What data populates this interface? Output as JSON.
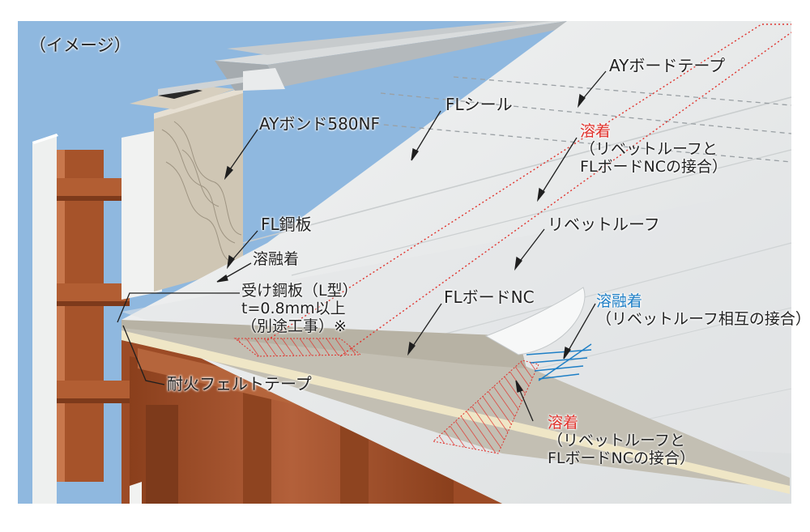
{
  "caption": "（イメージ）",
  "colors": {
    "sky": "#8fb8df",
    "steel": "#a6532a",
    "roof": "#e7e9ea",
    "board": "#c3bfb3",
    "weld_red": "#e0322c",
    "fuse_blue": "#1e7fc6"
  },
  "labels": {
    "ay_bond": "AYボンド580NF",
    "fl_seal": "FLシール",
    "ay_board_tape": "AYボードテープ",
    "weld_top": {
      "title": "溶着",
      "line1": "（リベットルーフと",
      "line2": "FLボードNCの接合）"
    },
    "fl_steel": "FL鋼板",
    "fusion_small": "溶融着",
    "rivet_roof": "リベットルーフ",
    "receiver": {
      "line1": "受け鋼板（L型）",
      "line2": "t=0.8mm以上",
      "line3": "（別途工事）※"
    },
    "fl_board": "FLボードNC",
    "fusion_blue": {
      "title": "溶融着",
      "line1": "（リベットルーフ相互の接合）"
    },
    "fire_tape": "耐火フェルトテープ",
    "weld_bottom": {
      "title": "溶着",
      "line1": "（リベットルーフと",
      "line2": "FLボードNCの接合）"
    }
  }
}
